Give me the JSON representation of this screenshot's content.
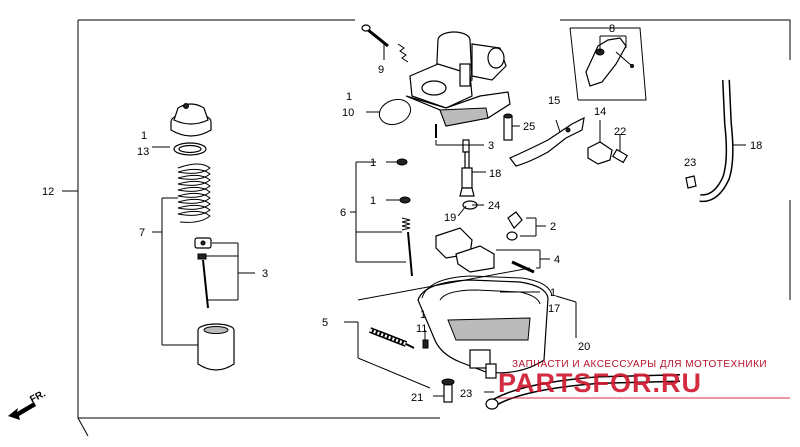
{
  "callouts": {
    "c1_float": "1",
    "c13": "13",
    "c12": "12",
    "c7": "7",
    "c3_left": "3",
    "c9": "9",
    "c1_oring": "1",
    "c10": "10",
    "c3_mid": "3",
    "c1_a": "1",
    "c1_b": "1",
    "c6": "6",
    "c18_mid": "18",
    "c19": "19",
    "c24": "24",
    "c25": "25",
    "c15": "15",
    "c8": "8",
    "c14": "14",
    "c22": "22",
    "c23_right": "23",
    "c18_right": "18",
    "c2": "2",
    "c4": "4",
    "c1_bowl": "1",
    "c17": "17",
    "c5": "5",
    "c1_needle": "1",
    "c11": "11",
    "c20": "20",
    "c21": "21",
    "c23_bottom": "23"
  },
  "direction_label": "FR.",
  "watermark": {
    "tagline": "ЗАПЧАСТИ И АКСЕССУАРЫ ДЛЯ МОТОТЕХНИКИ",
    "logo": "PARTSFOR.RU"
  }
}
